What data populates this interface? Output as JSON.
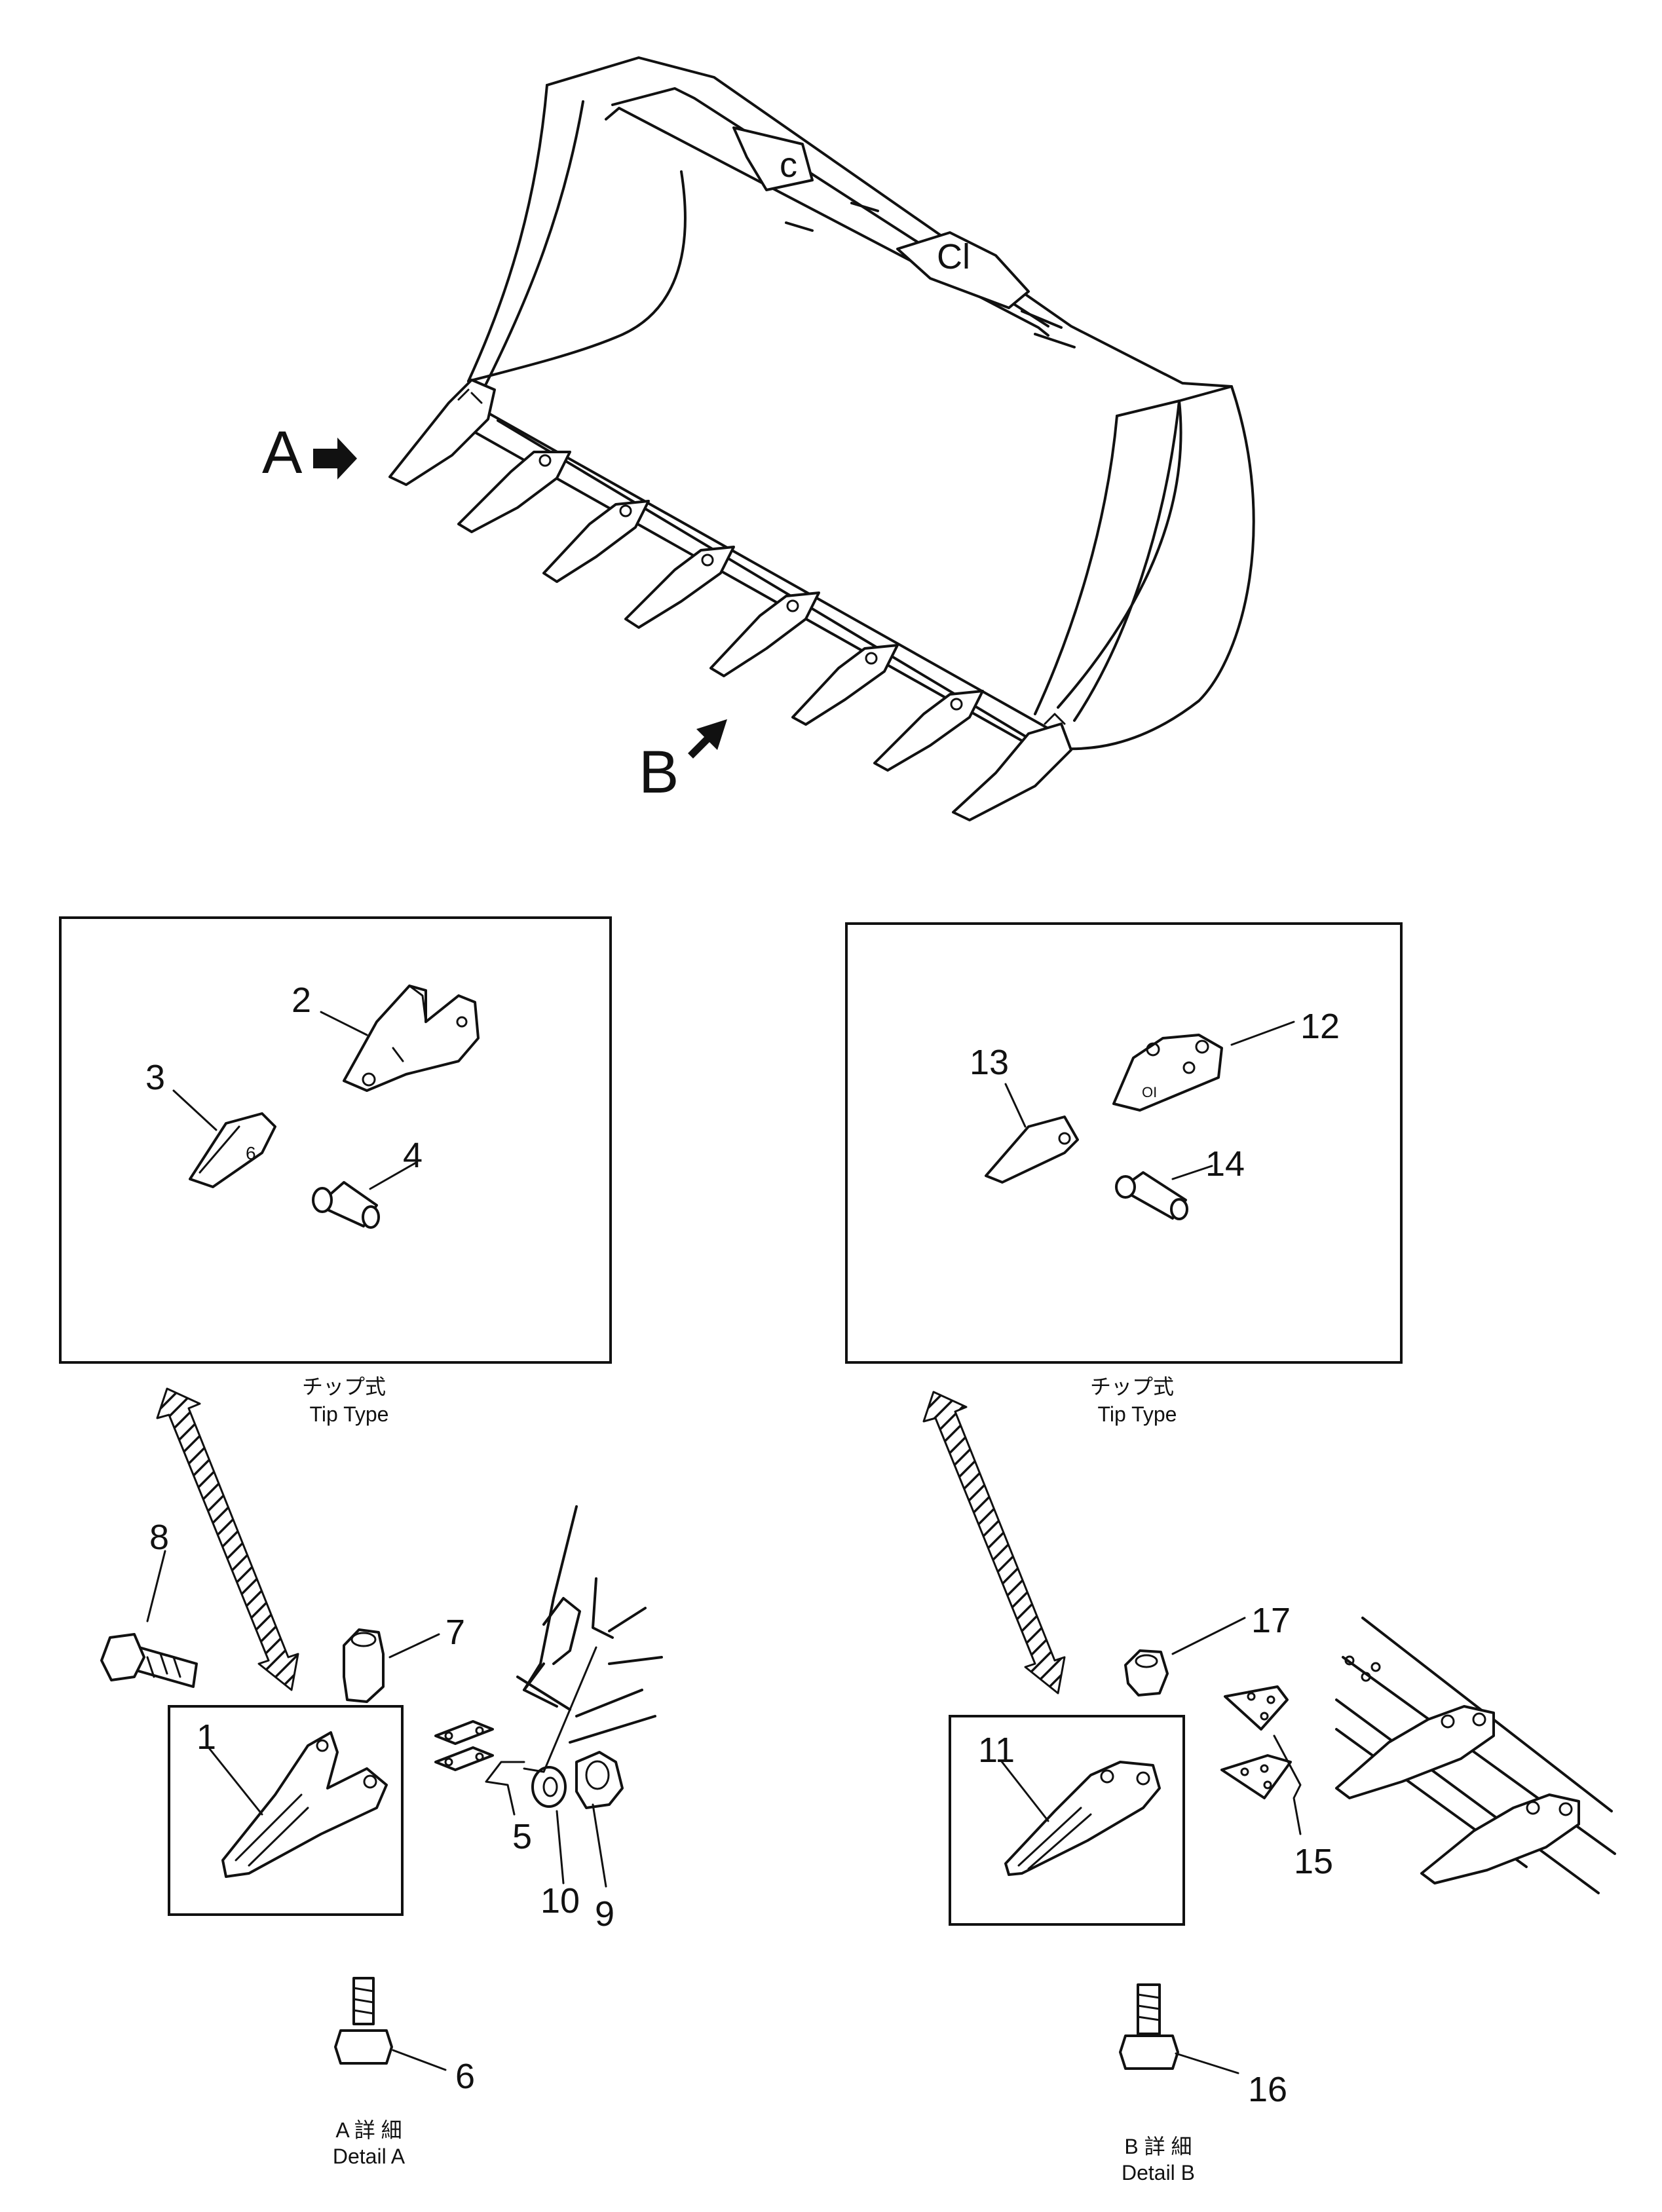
{
  "arrows": {
    "a": "A",
    "b": "B"
  },
  "bucket_marks": {
    "c": "c",
    "c1": "Cl"
  },
  "callouts": [
    "1",
    "2",
    "3",
    "4",
    "5",
    "6",
    "7",
    "8",
    "9",
    "10",
    "11",
    "12",
    "13",
    "14",
    "15",
    "16",
    "17"
  ],
  "captions": {
    "tip_type_left_jp": "チップ式",
    "tip_type_left_en": "Tip Type",
    "tip_type_right_jp": "チップ式",
    "tip_type_right_en": "Tip Type",
    "detail_a_jp": "A 詳 細",
    "detail_a_en": "Detail A",
    "detail_b_jp": "B 詳 細",
    "detail_b_en": "Detail B"
  },
  "icons": {
    "view_arrow": "view-arrow-icon",
    "hatched_arrow": "hatched-arrow-icon"
  },
  "colors": {
    "line": "#111111",
    "background": "#ffffff"
  }
}
